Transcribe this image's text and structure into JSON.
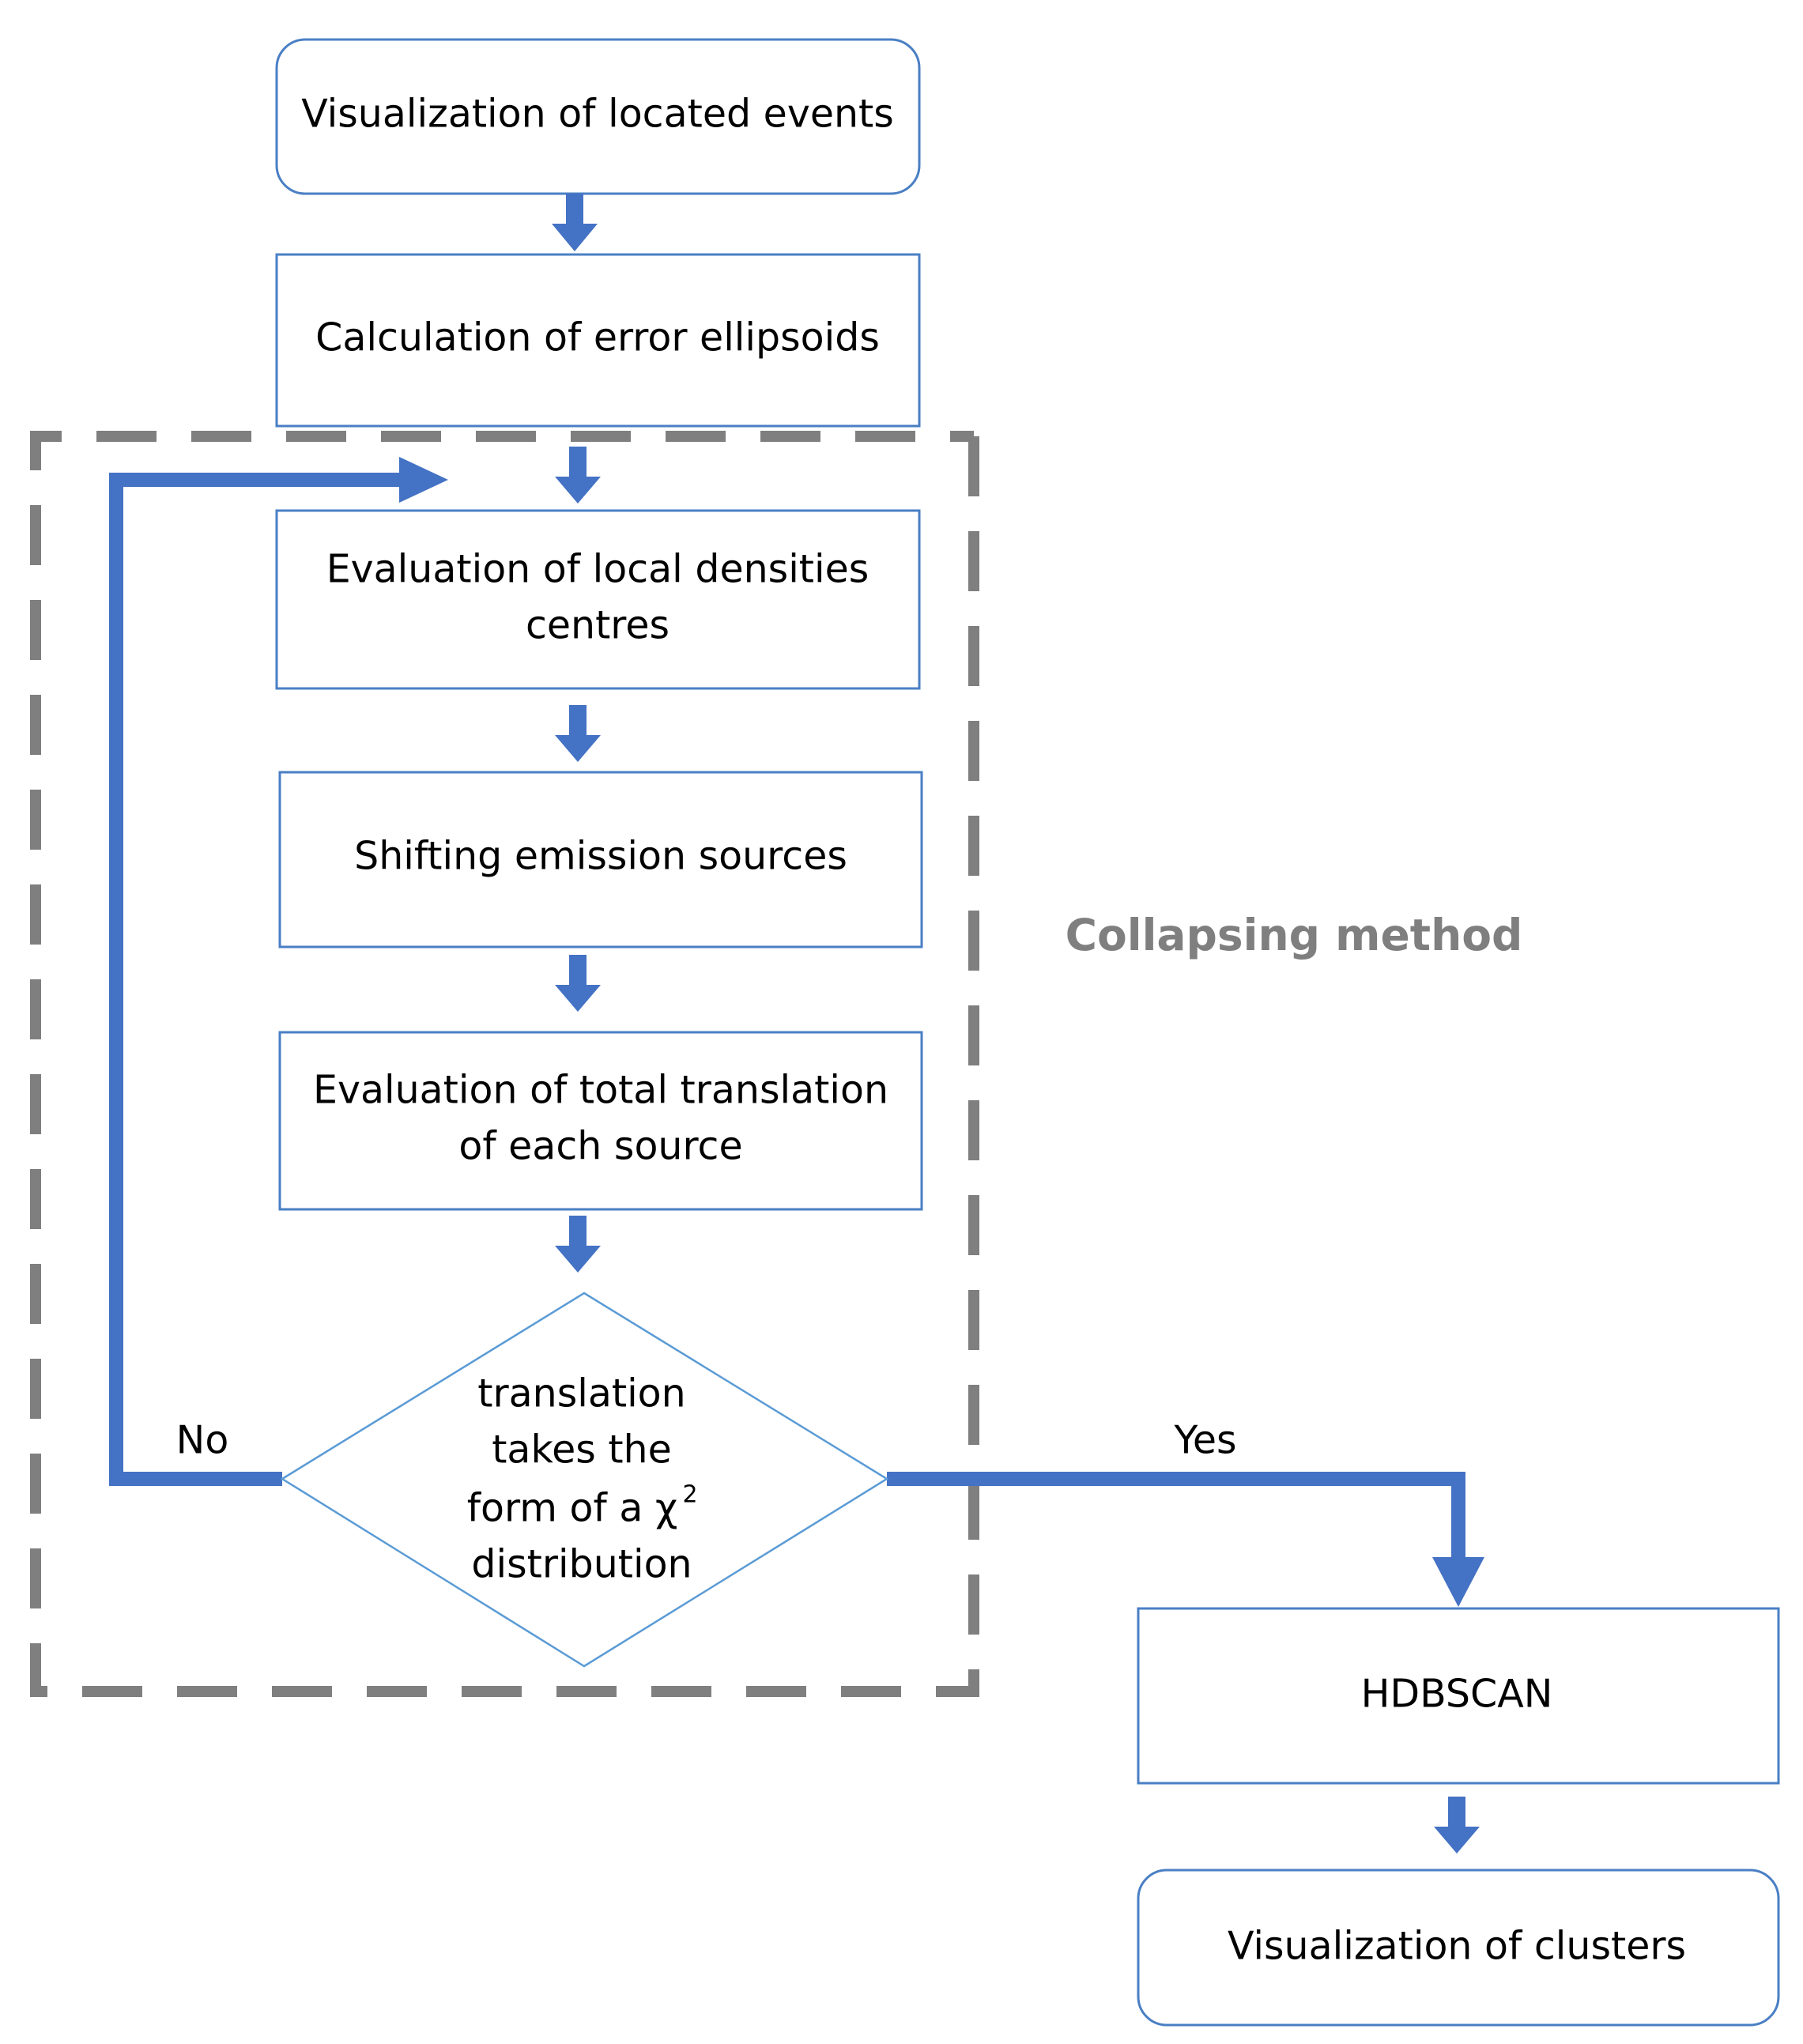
{
  "nodes": {
    "visualization_events": "Visualization of located events",
    "error_ellipsoids": "Calculation of error ellipsoids",
    "local_densities": [
      "Evaluation of local densities",
      "centres"
    ],
    "shifting_sources": "Shifting emission sources",
    "total_translation": [
      "Evaluation of total translation",
      "of each source"
    ],
    "decision": [
      "translation",
      "takes the",
      "form of  a χ",
      "distribution"
    ],
    "decision_superscript": "2",
    "hdbscan": "HDBSCAN",
    "visualization_clusters": "Visualization of clusters"
  },
  "edges": {
    "no_label": "No",
    "yes_label": "Yes"
  },
  "group": {
    "label": "Collapsing method"
  },
  "colors": {
    "connector": "#4472c4",
    "node_border": "#4a7fc4",
    "diamond_border": "#5b9bd5",
    "group_border": "#7f7f7f"
  }
}
